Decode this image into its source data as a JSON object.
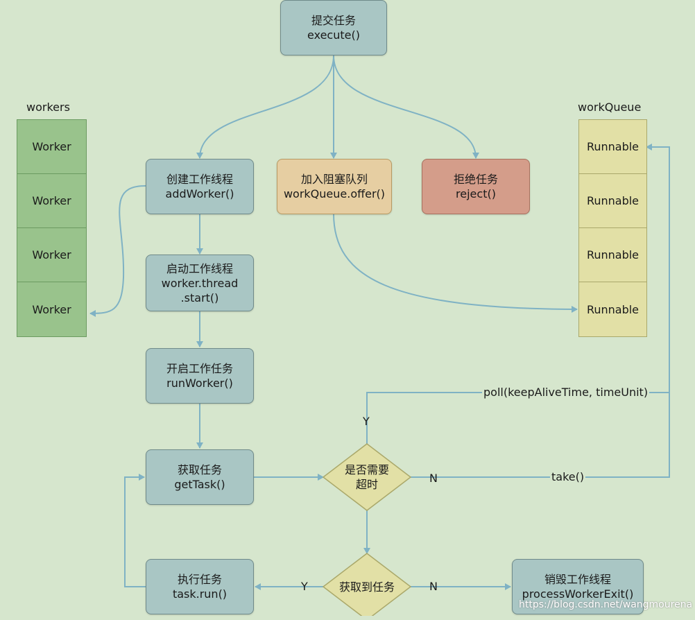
{
  "watermark": "https://blog.csdn.net/wangmourena",
  "workers": {
    "title": "workers",
    "items": [
      "Worker",
      "Worker",
      "Worker",
      "Worker"
    ]
  },
  "work_queue": {
    "title": "workQueue",
    "items": [
      "Runnable",
      "Runnable",
      "Runnable",
      "Runnable"
    ]
  },
  "nodes": {
    "submit": [
      "提交任务",
      "execute()"
    ],
    "add_worker": [
      "创建工作线程",
      "addWorker()"
    ],
    "enqueue": [
      "加入阻塞队列",
      "workQueue.offer()"
    ],
    "reject": [
      "拒绝任务",
      "reject()"
    ],
    "start_thread": [
      "启动工作线程",
      "worker.thread",
      ".start()"
    ],
    "run_worker": [
      "开启工作任务",
      "runWorker()"
    ],
    "get_task": [
      "获取任务",
      "getTask()"
    ],
    "run_task": [
      "执行任务",
      "task.run()"
    ],
    "exit_worker": [
      "销毁工作线程",
      "processWorkerExit()"
    ]
  },
  "decisions": {
    "timeout": [
      "是否需要",
      "超时"
    ],
    "got_task": [
      "获取到任务"
    ]
  },
  "edge_labels": {
    "poll": "poll(keepAliveTime, timeUnit)",
    "take": "take()",
    "y1": "Y",
    "n1": "N",
    "y2": "Y",
    "n2": "N"
  }
}
